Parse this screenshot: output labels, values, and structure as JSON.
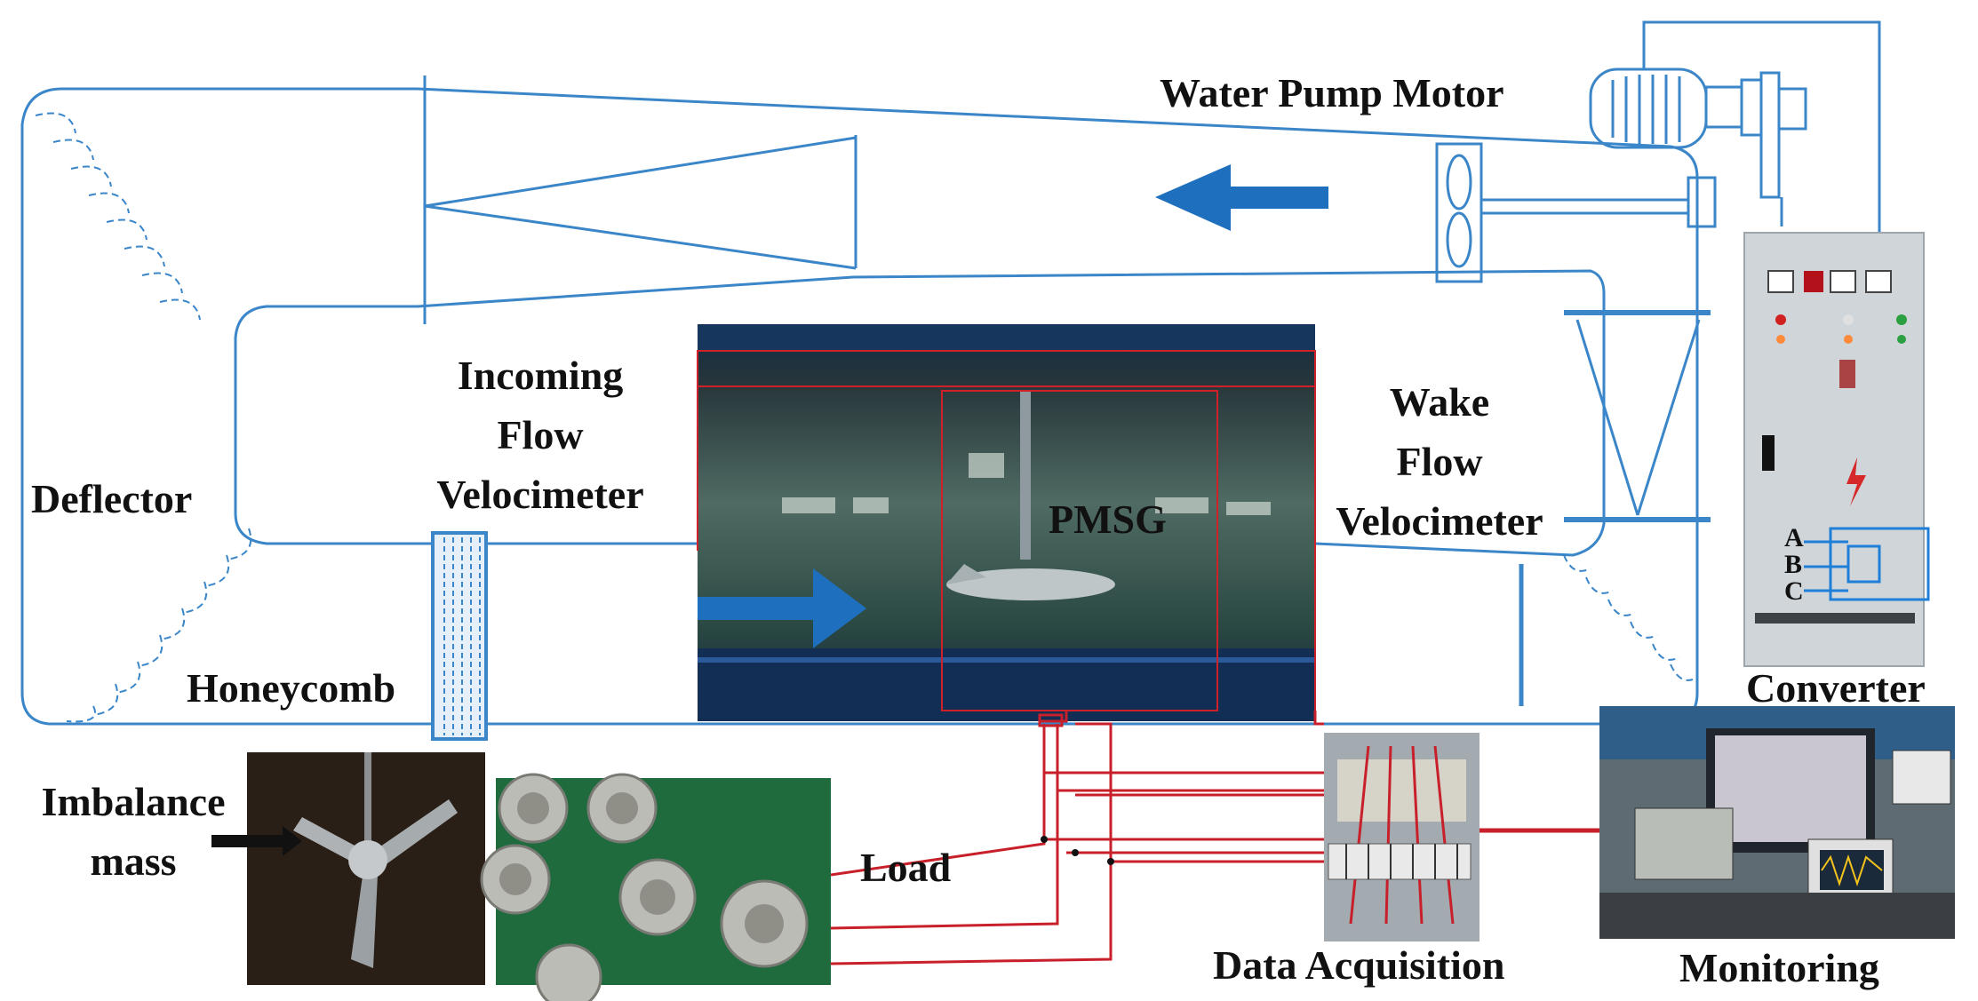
{
  "labels": {
    "water_pump_motor": "Water Pump Motor",
    "deflector": "Deflector",
    "incoming_line1": "Incoming",
    "incoming_line2": "Flow",
    "incoming_line3": "Velocimeter",
    "wake_line1": "Wake",
    "wake_line2": "Flow",
    "wake_line3": "Velocimeter",
    "pmsg": "PMSG",
    "honeycomb": "Honeycomb",
    "imbalance_line1": "Imbalance",
    "imbalance_line2": "mass",
    "load": "Load",
    "data_acquisition": "Data Acquisition",
    "converter": "Converter",
    "monitoring": "Monitoring",
    "phase_a": "A",
    "phase_b": "B",
    "phase_c": "C"
  },
  "colors": {
    "tunnel_outline": "#3a86c8",
    "flow_arrow": "#1f6fbf",
    "wiring": "#c8202a",
    "label_text": "#111111"
  },
  "icons": {
    "flow_arrow_left": "left-arrow",
    "flow_arrow_right": "right-arrow",
    "warning_bolt": "lightning-bolt"
  }
}
